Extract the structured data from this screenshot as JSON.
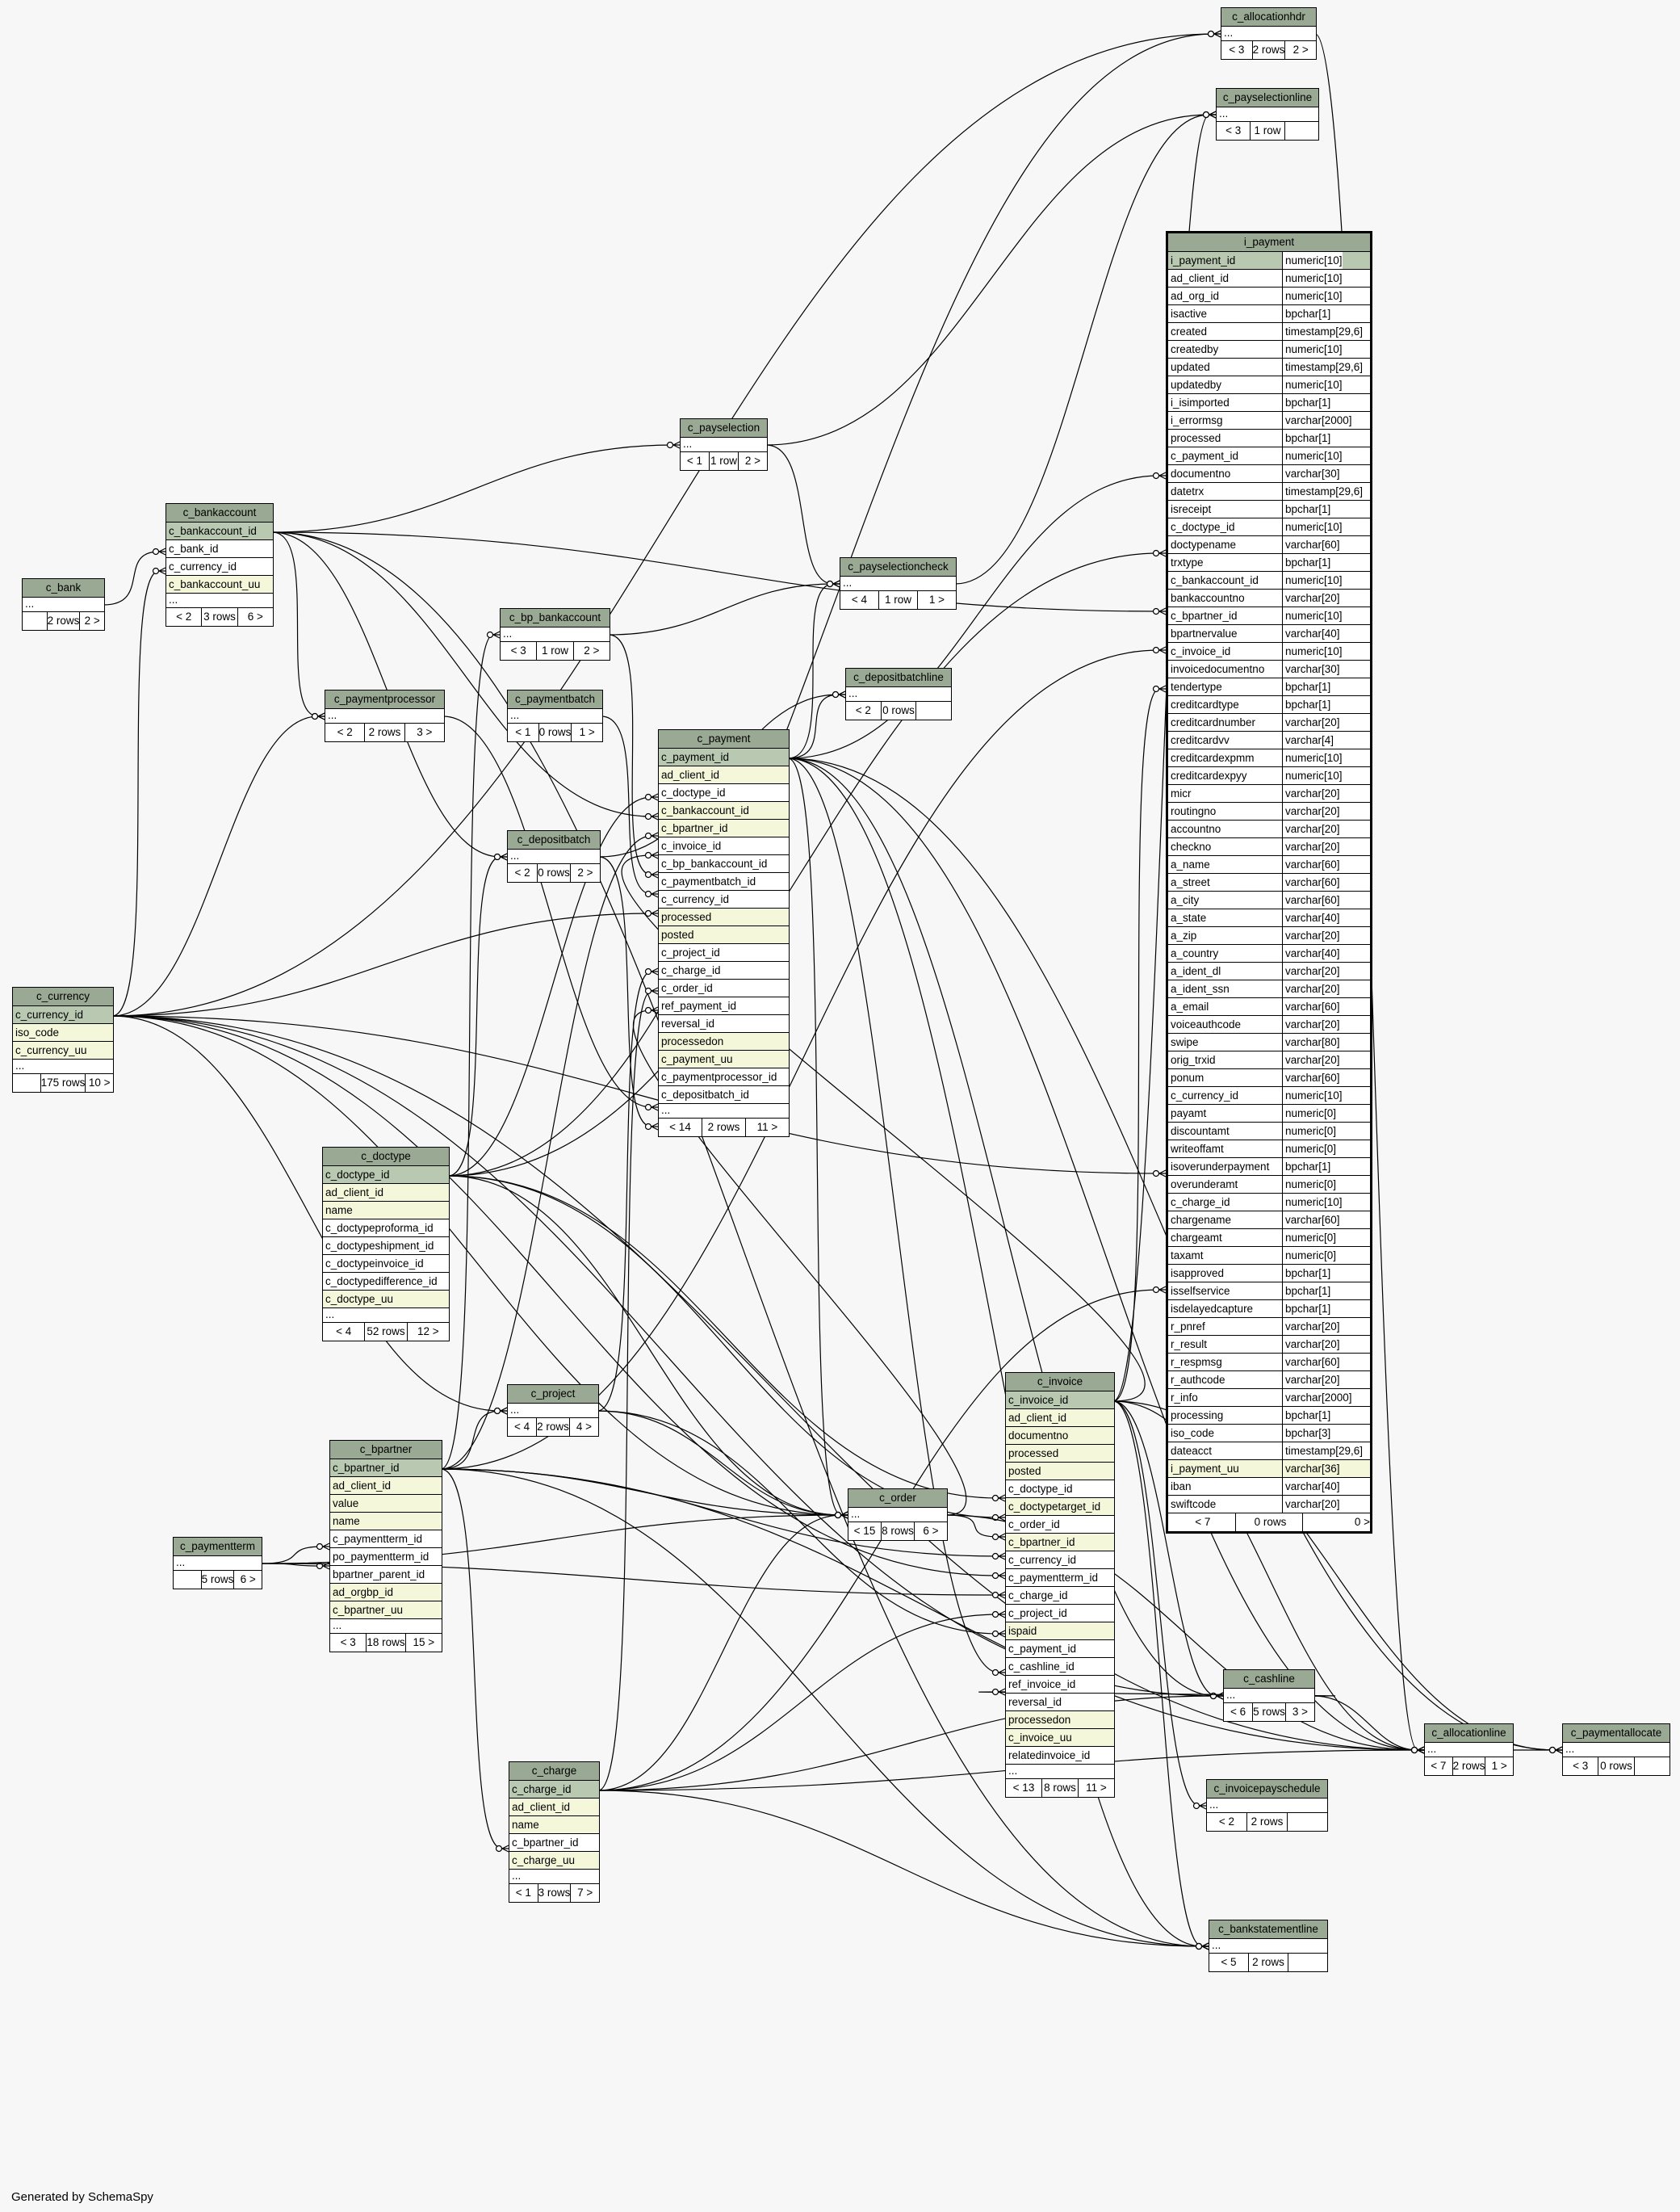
{
  "footer": "Generated by SchemaSpy",
  "tables": {
    "c_allocationhdr": {
      "name": "c_allocationhdr",
      "cols": [
        "..."
      ],
      "stats": [
        "< 3",
        "2 rows",
        "2 >"
      ]
    },
    "c_payselectionline": {
      "name": "c_payselectionline",
      "cols": [
        "..."
      ],
      "stats": [
        "< 3",
        "1 row",
        ""
      ]
    },
    "c_payselection": {
      "name": "c_payselection",
      "cols": [
        "..."
      ],
      "stats": [
        "< 1",
        "1 row",
        "2 >"
      ]
    },
    "c_bankaccount": {
      "name": "c_bankaccount",
      "cols": [
        "c_bankaccount_id",
        "c_bank_id",
        "c_currency_id",
        "c_bankaccount_uu",
        "..."
      ],
      "stats": [
        "< 2",
        "3 rows",
        "6 >"
      ]
    },
    "c_bank": {
      "name": "c_bank",
      "cols": [
        "..."
      ],
      "stats": [
        "",
        "2 rows",
        "2 >"
      ]
    },
    "c_bp_bankaccount": {
      "name": "c_bp_bankaccount",
      "cols": [
        "..."
      ],
      "stats": [
        "< 3",
        "1 row",
        "2 >"
      ]
    },
    "c_payselectioncheck": {
      "name": "c_payselectioncheck",
      "cols": [
        "..."
      ],
      "stats": [
        "< 4",
        "1 row",
        "1 >"
      ]
    },
    "c_paymentprocessor": {
      "name": "c_paymentprocessor",
      "cols": [
        "..."
      ],
      "stats": [
        "< 2",
        "2 rows",
        "3 >"
      ]
    },
    "c_paymentbatch": {
      "name": "c_paymentbatch",
      "cols": [
        "..."
      ],
      "stats": [
        "< 1",
        "0 rows",
        "1 >"
      ]
    },
    "c_depositbatchline": {
      "name": "c_depositbatchline",
      "cols": [
        "..."
      ],
      "stats": [
        "< 2",
        "0 rows",
        ""
      ]
    },
    "c_depositbatch": {
      "name": "c_depositbatch",
      "cols": [
        "..."
      ],
      "stats": [
        "< 2",
        "0 rows",
        "2 >"
      ]
    },
    "c_payment": {
      "name": "c_payment",
      "cols": [
        "c_payment_id",
        "ad_client_id",
        "c_doctype_id",
        "c_bankaccount_id",
        "c_bpartner_id",
        "c_invoice_id",
        "c_bp_bankaccount_id",
        "c_paymentbatch_id",
        "c_currency_id",
        "processed",
        "posted",
        "c_project_id",
        "c_charge_id",
        "c_order_id",
        "ref_payment_id",
        "reversal_id",
        "processedon",
        "c_payment_uu",
        "c_paymentprocessor_id",
        "c_depositbatch_id",
        "..."
      ],
      "stats": [
        "< 14",
        "2 rows",
        "11 >"
      ]
    },
    "c_currency": {
      "name": "c_currency",
      "cols": [
        "c_currency_id",
        "iso_code",
        "c_currency_uu",
        "..."
      ],
      "stats": [
        "",
        "175 rows",
        "10 >"
      ]
    },
    "c_doctype": {
      "name": "c_doctype",
      "cols": [
        "c_doctype_id",
        "ad_client_id",
        "name",
        "c_doctypeproforma_id",
        "c_doctypeshipment_id",
        "c_doctypeinvoice_id",
        "c_doctypedifference_id",
        "c_doctype_uu",
        "..."
      ],
      "stats": [
        "< 4",
        "52 rows",
        "12 >"
      ]
    },
    "c_project": {
      "name": "c_project",
      "cols": [
        "..."
      ],
      "stats": [
        "< 4",
        "2 rows",
        "4 >"
      ]
    },
    "c_bpartner": {
      "name": "c_bpartner",
      "cols": [
        "c_bpartner_id",
        "ad_client_id",
        "value",
        "name",
        "c_paymentterm_id",
        "po_paymentterm_id",
        "bpartner_parent_id",
        "ad_orgbp_id",
        "c_bpartner_uu",
        "..."
      ],
      "stats": [
        "< 3",
        "18 rows",
        "15 >"
      ]
    },
    "c_paymentterm": {
      "name": "c_paymentterm",
      "cols": [
        "..."
      ],
      "stats": [
        "",
        "5 rows",
        "6 >"
      ]
    },
    "c_order": {
      "name": "c_order",
      "cols": [
        "..."
      ],
      "stats": [
        "< 15",
        "8 rows",
        "6 >"
      ]
    },
    "c_invoice": {
      "name": "c_invoice",
      "cols": [
        "c_invoice_id",
        "ad_client_id",
        "documentno",
        "processed",
        "posted",
        "c_doctype_id",
        "c_doctypetarget_id",
        "c_order_id",
        "c_bpartner_id",
        "c_currency_id",
        "c_paymentterm_id",
        "c_charge_id",
        "c_project_id",
        "ispaid",
        "c_payment_id",
        "c_cashline_id",
        "ref_invoice_id",
        "reversal_id",
        "processedon",
        "c_invoice_uu",
        "relatedinvoice_id",
        "..."
      ],
      "stats": [
        "< 13",
        "8 rows",
        "11 >"
      ]
    },
    "c_charge": {
      "name": "c_charge",
      "cols": [
        "c_charge_id",
        "ad_client_id",
        "name",
        "c_bpartner_id",
        "c_charge_uu",
        "..."
      ],
      "stats": [
        "< 1",
        "3 rows",
        "7 >"
      ]
    },
    "c_cashline": {
      "name": "c_cashline",
      "cols": [
        "..."
      ],
      "stats": [
        "< 6",
        "5 rows",
        "3 >"
      ]
    },
    "c_invoicepayschedule": {
      "name": "c_invoicepayschedule",
      "cols": [
        "..."
      ],
      "stats": [
        "< 2",
        "2 rows",
        ""
      ]
    },
    "c_bankstatementline": {
      "name": "c_bankstatementline",
      "cols": [
        "..."
      ],
      "stats": [
        "< 5",
        "2 rows",
        ""
      ]
    },
    "c_allocationline": {
      "name": "c_allocationline",
      "cols": [
        "..."
      ],
      "stats": [
        "< 7",
        "2 rows",
        "1 >"
      ]
    },
    "c_paymentallocate": {
      "name": "c_paymentallocate",
      "cols": [
        "..."
      ],
      "stats": [
        "< 3",
        "0 rows",
        ""
      ]
    }
  },
  "i_payment": {
    "name": "i_payment",
    "cols": [
      [
        "i_payment_id",
        "numeric[10]"
      ],
      [
        "ad_client_id",
        "numeric[10]"
      ],
      [
        "ad_org_id",
        "numeric[10]"
      ],
      [
        "isactive",
        "bpchar[1]"
      ],
      [
        "created",
        "timestamp[29,6]"
      ],
      [
        "createdby",
        "numeric[10]"
      ],
      [
        "updated",
        "timestamp[29,6]"
      ],
      [
        "updatedby",
        "numeric[10]"
      ],
      [
        "i_isimported",
        "bpchar[1]"
      ],
      [
        "i_errormsg",
        "varchar[2000]"
      ],
      [
        "processed",
        "bpchar[1]"
      ],
      [
        "c_payment_id",
        "numeric[10]"
      ],
      [
        "documentno",
        "varchar[30]"
      ],
      [
        "datetrx",
        "timestamp[29,6]"
      ],
      [
        "isreceipt",
        "bpchar[1]"
      ],
      [
        "c_doctype_id",
        "numeric[10]"
      ],
      [
        "doctypename",
        "varchar[60]"
      ],
      [
        "trxtype",
        "bpchar[1]"
      ],
      [
        "c_bankaccount_id",
        "numeric[10]"
      ],
      [
        "bankaccountno",
        "varchar[20]"
      ],
      [
        "c_bpartner_id",
        "numeric[10]"
      ],
      [
        "bpartnervalue",
        "varchar[40]"
      ],
      [
        "c_invoice_id",
        "numeric[10]"
      ],
      [
        "invoicedocumentno",
        "varchar[30]"
      ],
      [
        "tendertype",
        "bpchar[1]"
      ],
      [
        "creditcardtype",
        "bpchar[1]"
      ],
      [
        "creditcardnumber",
        "varchar[20]"
      ],
      [
        "creditcardvv",
        "varchar[4]"
      ],
      [
        "creditcardexpmm",
        "numeric[10]"
      ],
      [
        "creditcardexpyy",
        "numeric[10]"
      ],
      [
        "micr",
        "varchar[20]"
      ],
      [
        "routingno",
        "varchar[20]"
      ],
      [
        "accountno",
        "varchar[20]"
      ],
      [
        "checkno",
        "varchar[20]"
      ],
      [
        "a_name",
        "varchar[60]"
      ],
      [
        "a_street",
        "varchar[60]"
      ],
      [
        "a_city",
        "varchar[60]"
      ],
      [
        "a_state",
        "varchar[40]"
      ],
      [
        "a_zip",
        "varchar[20]"
      ],
      [
        "a_country",
        "varchar[40]"
      ],
      [
        "a_ident_dl",
        "varchar[20]"
      ],
      [
        "a_ident_ssn",
        "varchar[20]"
      ],
      [
        "a_email",
        "varchar[60]"
      ],
      [
        "voiceauthcode",
        "varchar[20]"
      ],
      [
        "swipe",
        "varchar[80]"
      ],
      [
        "orig_trxid",
        "varchar[20]"
      ],
      [
        "ponum",
        "varchar[60]"
      ],
      [
        "c_currency_id",
        "numeric[10]"
      ],
      [
        "payamt",
        "numeric[0]"
      ],
      [
        "discountamt",
        "numeric[0]"
      ],
      [
        "writeoffamt",
        "numeric[0]"
      ],
      [
        "isoverunderpayment",
        "bpchar[1]"
      ],
      [
        "overunderamt",
        "numeric[0]"
      ],
      [
        "c_charge_id",
        "numeric[10]"
      ],
      [
        "chargename",
        "varchar[60]"
      ],
      [
        "chargeamt",
        "numeric[0]"
      ],
      [
        "taxamt",
        "numeric[0]"
      ],
      [
        "isapproved",
        "bpchar[1]"
      ],
      [
        "isselfservice",
        "bpchar[1]"
      ],
      [
        "isdelayedcapture",
        "bpchar[1]"
      ],
      [
        "r_pnref",
        "varchar[20]"
      ],
      [
        "r_result",
        "varchar[20]"
      ],
      [
        "r_respmsg",
        "varchar[60]"
      ],
      [
        "r_authcode",
        "varchar[20]"
      ],
      [
        "r_info",
        "varchar[2000]"
      ],
      [
        "processing",
        "bpchar[1]"
      ],
      [
        "iso_code",
        "bpchar[3]"
      ],
      [
        "dateacct",
        "timestamp[29,6]"
      ],
      [
        "i_payment_uu",
        "varchar[36]"
      ],
      [
        "iban",
        "varchar[40]"
      ],
      [
        "swiftcode",
        "varchar[20]"
      ]
    ],
    "stats": [
      "< 7",
      "0 rows",
      "0 >"
    ]
  }
}
